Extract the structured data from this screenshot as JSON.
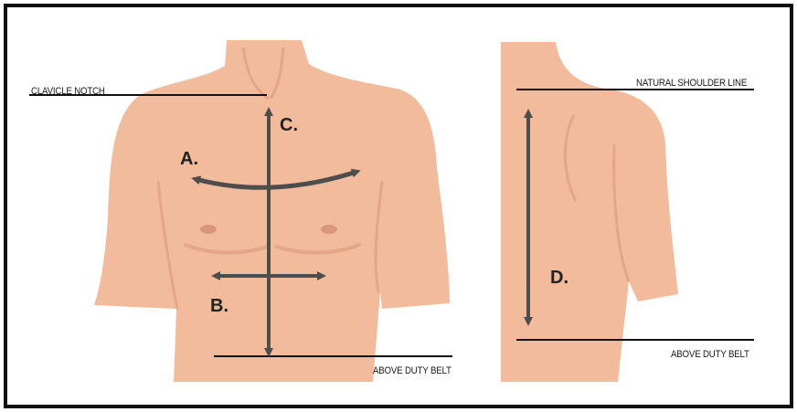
{
  "labels": {
    "clavicle_notch": "CLAVICLE NOTCH",
    "above_duty_belt_front": "ABOVE DUTY BELT",
    "natural_shoulder_line": "NATURAL SHOULDER LINE",
    "above_duty_belt_back": "ABOVE DUTY BELT"
  },
  "markers": {
    "a": "A.",
    "b": "B.",
    "c": "C.",
    "d": "D."
  },
  "colors": {
    "skin": "#f2bb9c",
    "skin_shadow": "#e3a686",
    "arrow": "#4d4d4d",
    "line": "#111111",
    "frame": "#111111"
  }
}
